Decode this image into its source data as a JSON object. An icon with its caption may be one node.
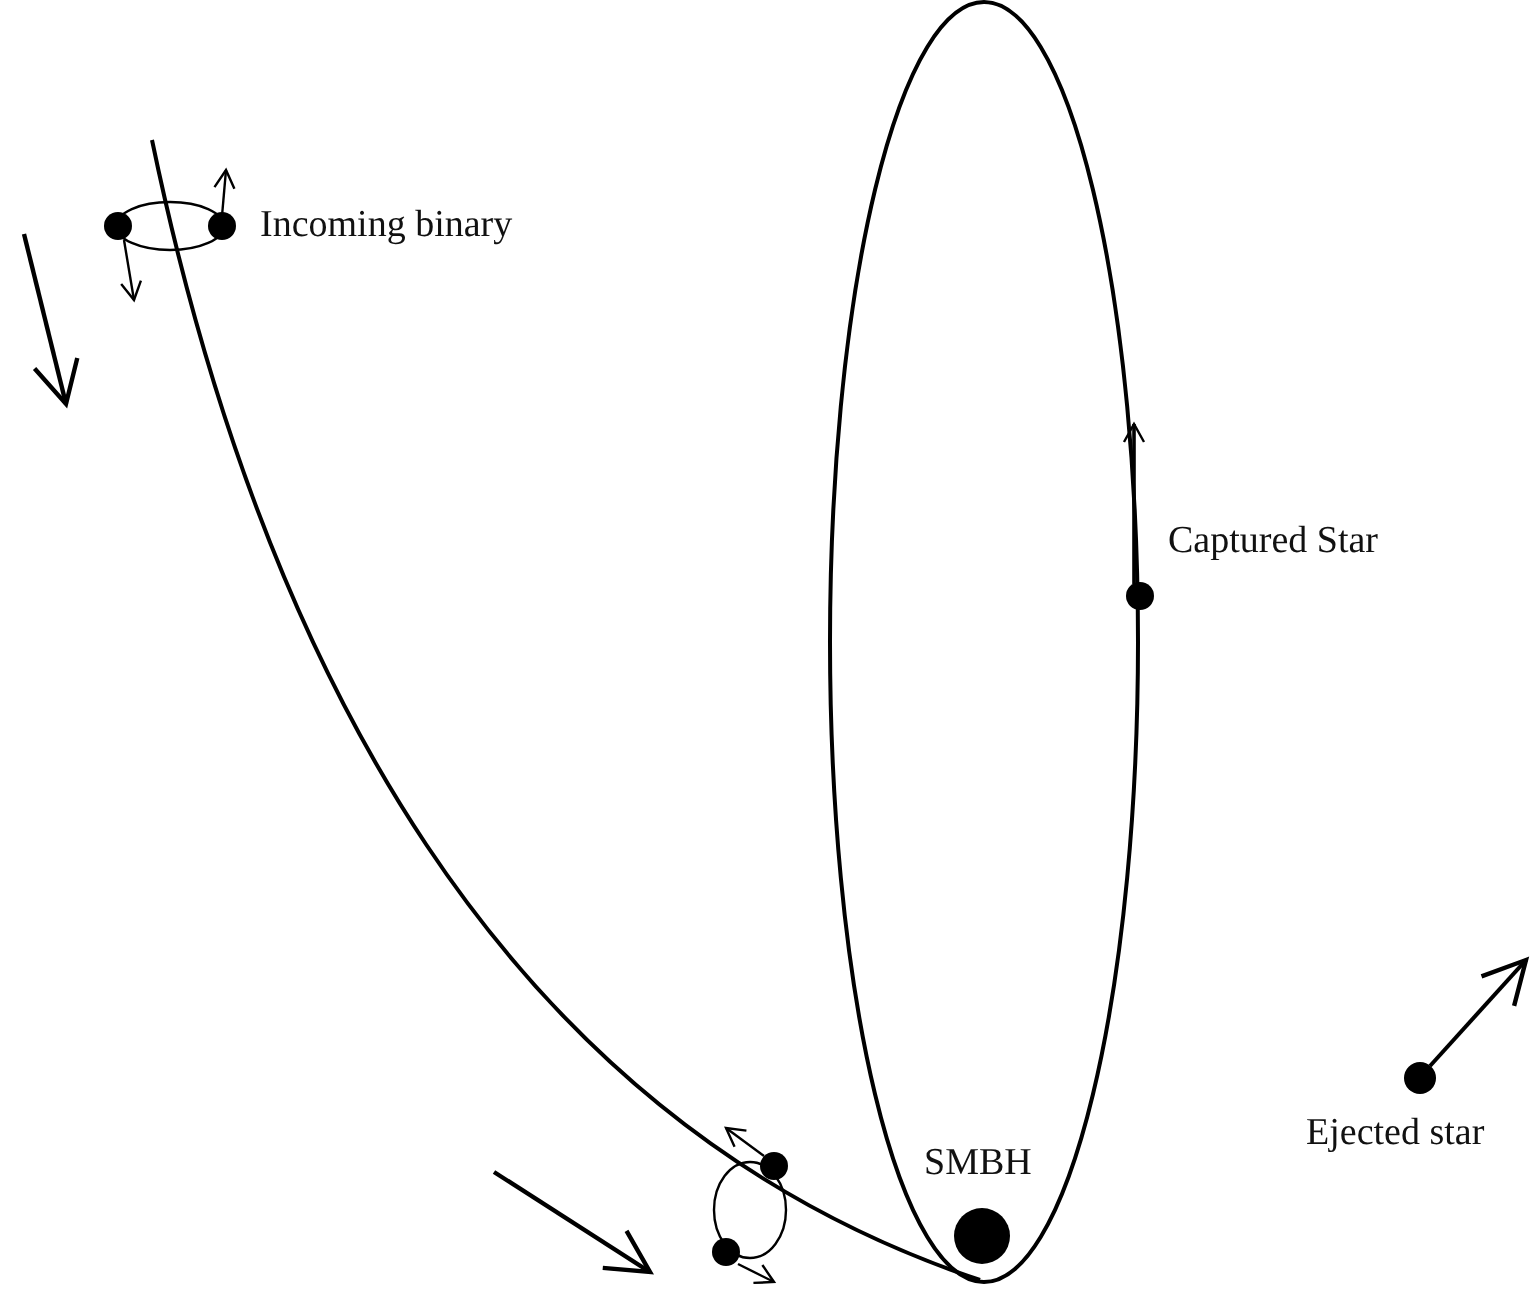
{
  "diagram": {
    "labels": [
      "Incoming binary",
      "Captured Star",
      "SMBH",
      "Ejected star"
    ]
  }
}
